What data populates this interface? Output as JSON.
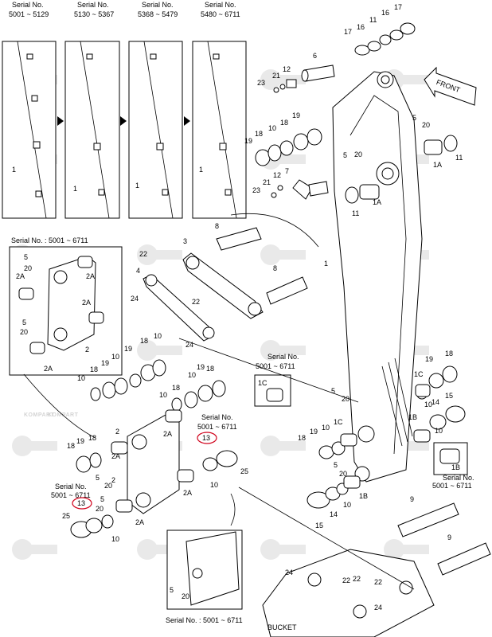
{
  "serial_panels": [
    {
      "title": "Serial No.",
      "range": "5001 ~ 5129"
    },
    {
      "title": "Serial No.",
      "range": "5130 ~ 5367"
    },
    {
      "title": "Serial No.",
      "range": "5368 ~ 5479"
    },
    {
      "title": "Serial No.",
      "range": "5480 ~ 6711"
    }
  ],
  "inset_left": {
    "title": "Serial No. : 5001 ~ 6711"
  },
  "inset_1c": {
    "title": "Serial No.",
    "range": "5001 ~ 6711",
    "label": "1C"
  },
  "inset_1b": {
    "title": "Serial No.",
    "range": "5001 ~ 6711",
    "label": "1B"
  },
  "inset_13_right": {
    "title": "Serial No.",
    "range": "5001 ~ 6711",
    "label": "13"
  },
  "inset_13_left": {
    "title": "Serial No.",
    "range": "5001 ~ 6711",
    "label": "13"
  },
  "inset_bottom": {
    "title": "Serial No. : 5001 ~ 6711"
  },
  "front_label": "FRONT",
  "bucket_label": "BUCKET",
  "watermark": "KOMPART",
  "callouts": {
    "c1": "1",
    "c1a": "1A",
    "c1b": "1B",
    "c1c": "1C",
    "c2": "2",
    "c2a": "2A",
    "c3": "3",
    "c4": "4",
    "c5": "5",
    "c6": "6",
    "c7": "7",
    "c8": "8",
    "c9": "9",
    "c10": "10",
    "c11": "11",
    "c12": "12",
    "c14": "14",
    "c15": "15",
    "c16": "16",
    "c17": "17",
    "c18": "18",
    "c19": "19",
    "c20": "20",
    "c21": "21",
    "c22": "22",
    "c23": "23",
    "c24": "24",
    "c25": "25"
  },
  "colors": {
    "highlight": "#d0021b",
    "watermark": "#e7e7e7"
  }
}
